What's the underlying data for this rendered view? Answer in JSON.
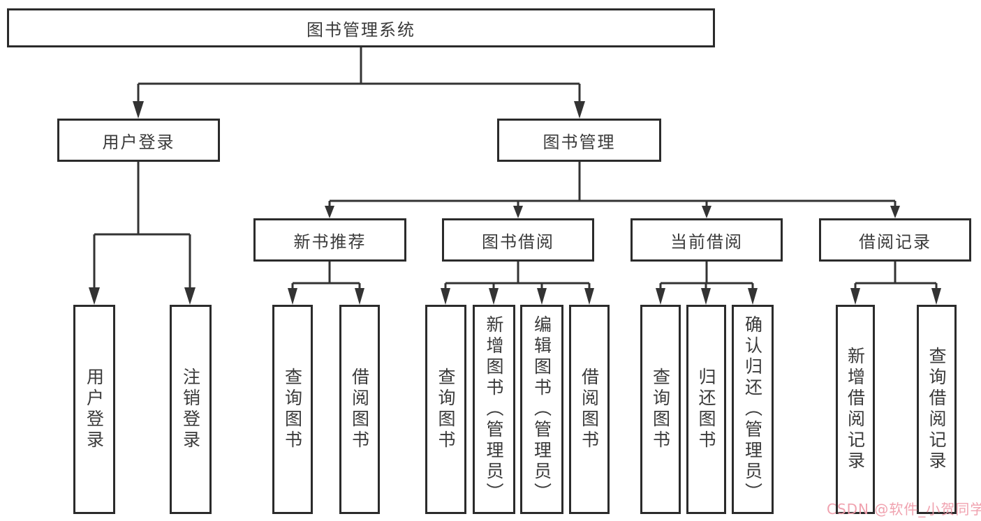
{
  "diagram": {
    "root": {
      "label": "图书管理系统"
    },
    "branches": [
      {
        "label": "用户登录",
        "children": [
          {
            "label": "用户登录"
          },
          {
            "label": "注销登录"
          }
        ]
      },
      {
        "label": "图书管理",
        "children": [
          {
            "label": "新书推荐",
            "children": [
              {
                "label": "查询图书"
              },
              {
                "label": "借阅图书"
              }
            ]
          },
          {
            "label": "图书借阅",
            "children": [
              {
                "label": "查询图书"
              },
              {
                "label": "新增图书（管理员）"
              },
              {
                "label": "编辑图书（管理员）"
              },
              {
                "label": "借阅图书"
              }
            ]
          },
          {
            "label": "当前借阅",
            "children": [
              {
                "label": "查询图书"
              },
              {
                "label": "归还图书"
              },
              {
                "label": "确认归还（管理员）"
              }
            ]
          },
          {
            "label": "借阅记录",
            "children": [
              {
                "label": "新增借阅记录"
              },
              {
                "label": "查询借阅记录"
              }
            ]
          }
        ]
      }
    ]
  },
  "watermark": {
    "text": "CSDN @软件_小贺同学",
    "color": "#ef9dab"
  },
  "colors": {
    "border": "#2b2b2b",
    "line": "#333333",
    "text": "#3a3a3a",
    "background": "#ffffff"
  }
}
